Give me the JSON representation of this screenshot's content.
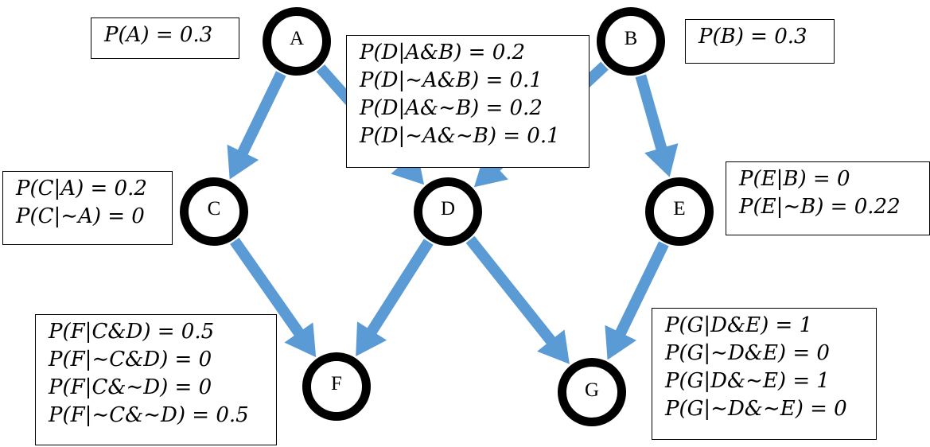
{
  "diagram": {
    "type": "bayesian-network",
    "colors": {
      "edge": "#5b9bd5",
      "node_border": "#000000",
      "background": "#ffffff"
    },
    "nodes": [
      {
        "id": "A",
        "label": "A"
      },
      {
        "id": "B",
        "label": "B"
      },
      {
        "id": "C",
        "label": "C"
      },
      {
        "id": "D",
        "label": "D"
      },
      {
        "id": "E",
        "label": "E"
      },
      {
        "id": "F",
        "label": "F"
      },
      {
        "id": "G",
        "label": "G"
      }
    ],
    "edges": [
      {
        "from": "A",
        "to": "C"
      },
      {
        "from": "A",
        "to": "D"
      },
      {
        "from": "B",
        "to": "D"
      },
      {
        "from": "B",
        "to": "E"
      },
      {
        "from": "C",
        "to": "F"
      },
      {
        "from": "D",
        "to": "F"
      },
      {
        "from": "D",
        "to": "G"
      },
      {
        "from": "E",
        "to": "G"
      }
    ],
    "cpts": {
      "A": [
        "P(A) = 0.3"
      ],
      "B": [
        "P(B) = 0.3"
      ],
      "C": [
        "P(C|A) = 0.2",
        "P(C|∼A) = 0"
      ],
      "D": [
        "P(D|A&B) = 0.2",
        "P(D|∼A&B) = 0.1",
        "P(D|A&∼B) = 0.2",
        "P(D|∼A&∼B) = 0.1"
      ],
      "E": [
        "P(E|B) = 0",
        "P(E|∼B) = 0.22"
      ],
      "F": [
        "P(F|C&D) = 0.5",
        "P(F|∼C&D) = 0",
        "P(F|C&∼D) = 0",
        "P(F|∼C&∼D) = 0.5"
      ],
      "G": [
        "P(G|D&E) = 1",
        "P(G|∼D&E) = 0",
        "P(G|D&∼E) = 1",
        "P(G|∼D&∼E) = 0"
      ]
    }
  }
}
